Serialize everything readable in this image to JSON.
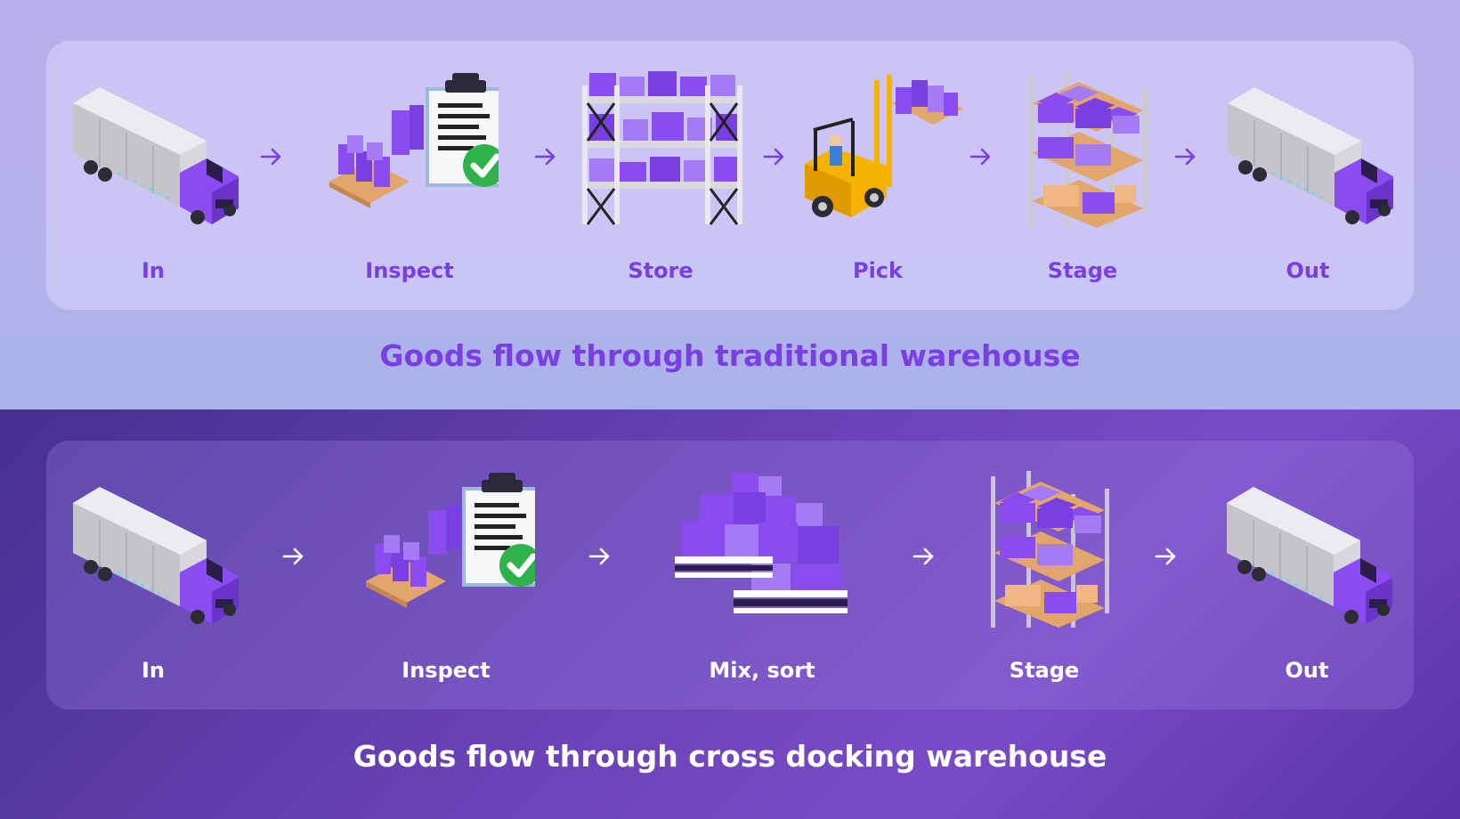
{
  "traditional": {
    "caption": "Goods flow through traditional warehouse",
    "steps": [
      {
        "label": "In",
        "icon": "truck-icon"
      },
      {
        "label": "Inspect",
        "icon": "inspection-clipboard-icon"
      },
      {
        "label": "Store",
        "icon": "storage-shelf-icon"
      },
      {
        "label": "Pick",
        "icon": "forklift-icon"
      },
      {
        "label": "Stage",
        "icon": "staging-rack-icon"
      },
      {
        "label": "Out",
        "icon": "truck-icon"
      }
    ]
  },
  "cross_docking": {
    "caption": "Goods flow through cross docking warehouse",
    "steps": [
      {
        "label": "In",
        "icon": "truck-icon"
      },
      {
        "label": "Inspect",
        "icon": "inspection-clipboard-icon"
      },
      {
        "label": "Mix, sort",
        "icon": "mixed-pallets-icon"
      },
      {
        "label": "Stage",
        "icon": "staging-rack-icon"
      },
      {
        "label": "Out",
        "icon": "truck-icon"
      }
    ]
  },
  "colors": {
    "accent_purple": "#7a3fe0",
    "box_purple": "#8a4cf0",
    "top_background": "#b9aeea",
    "bottom_background": "#5a36a8"
  }
}
